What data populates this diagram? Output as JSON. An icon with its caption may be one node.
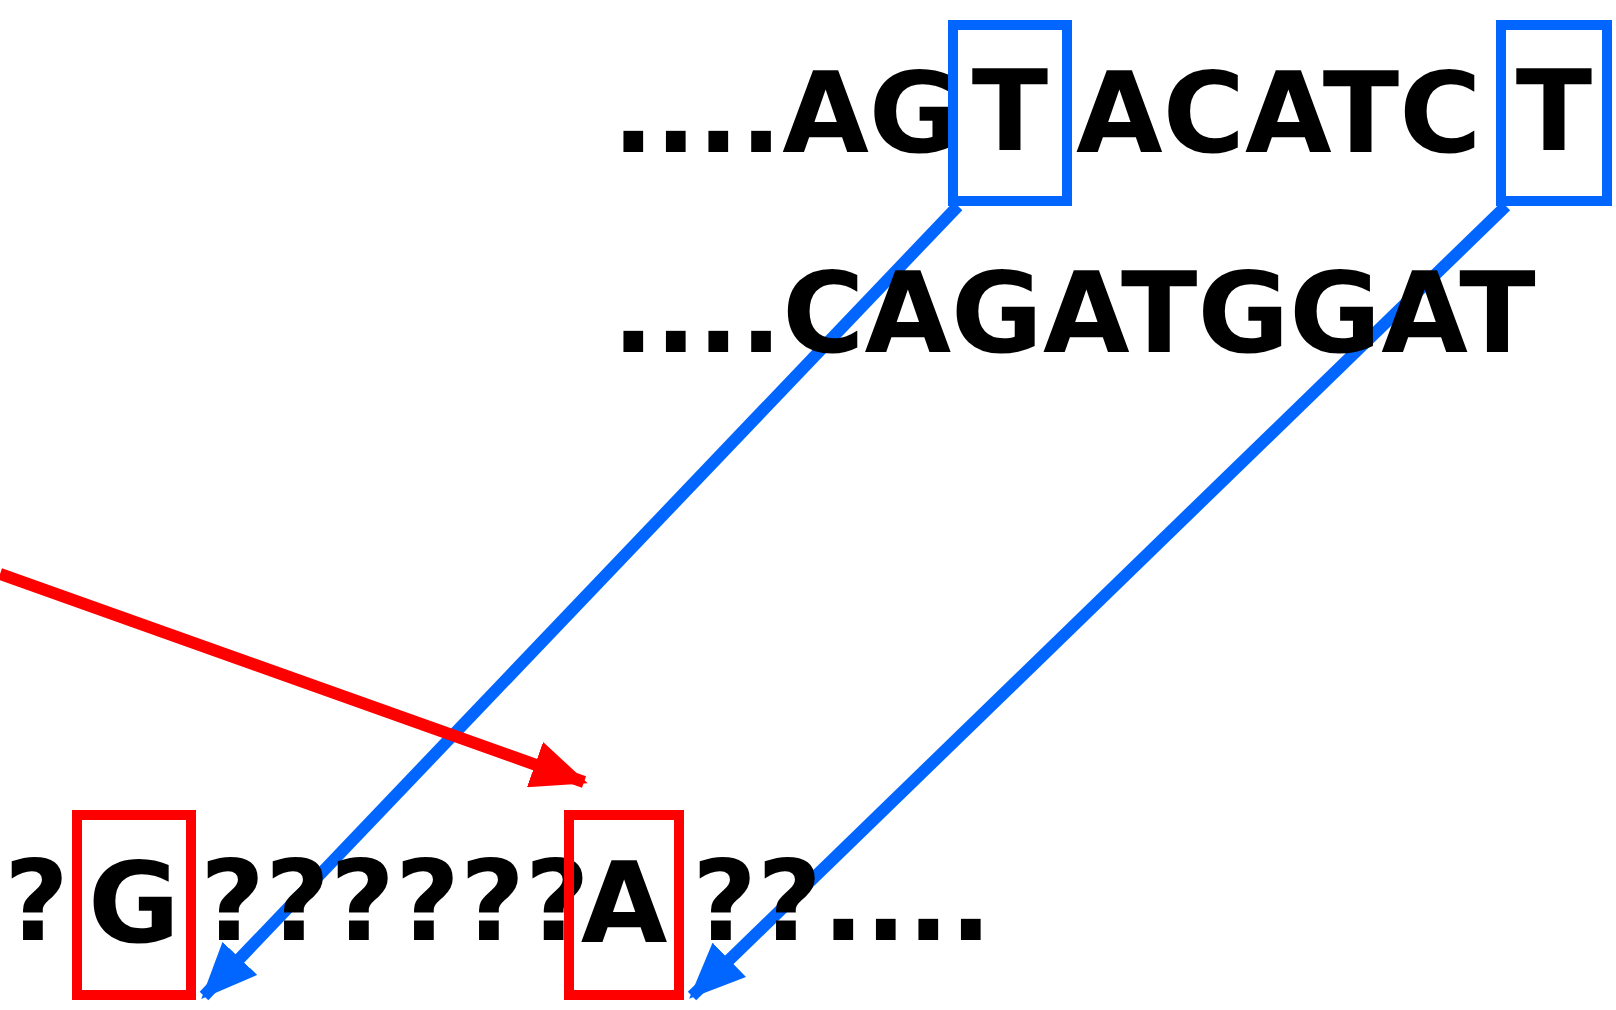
{
  "diagram": {
    "nodes": [
      {
        "text": [
          "T"
        ]
      },
      {
        "text": [
          "T"
        ]
      },
      {
        "text": [
          "G"
        ]
      },
      {
        "text": [
          "A"
        ]
      }
    ],
    "edges": [
      {
        "from": 0,
        "to": 2,
        "arrow": "to"
      },
      {
        "from": 1,
        "to": 3,
        "arrow": "to"
      },
      {
        "from": null,
        "to": 3,
        "arrow": "to",
        "color": "#ff0000"
      }
    ],
    "labels": [
      "....AG",
      "ACATC",
      "....CAGATGGAT",
      "?",
      "??????",
      "??...."
    ]
  }
}
